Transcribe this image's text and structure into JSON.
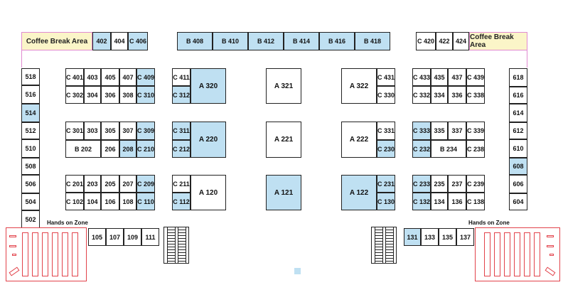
{
  "coffee_break_label": "Coffee Break Area",
  "hands_on_label": "Hands on Zone",
  "colors": {
    "highlight": "#bfe0f2",
    "coffee": "#fbf5c8",
    "zone": "#e2424a",
    "wall": "#e08ad0"
  },
  "top_left": [
    "402",
    "404",
    "C 406"
  ],
  "top_center": [
    "B 408",
    "B 410",
    "B 412",
    "B 414",
    "B 416",
    "B 418"
  ],
  "top_right": [
    "C 420",
    "422",
    "424"
  ],
  "left_wall": [
    "518",
    "516",
    "514",
    "512",
    "510",
    "508",
    "506",
    "504",
    "502"
  ],
  "right_wall": [
    "618",
    "616",
    "614",
    "612",
    "610",
    "608",
    "606",
    "604"
  ],
  "group_left": {
    "r1": [
      "C 401",
      "403",
      "405",
      "407",
      "C 409"
    ],
    "r2": [
      "C 302",
      "304",
      "306",
      "308",
      "C 310"
    ],
    "r3": [
      "C 301",
      "303",
      "305",
      "307",
      "C 309"
    ],
    "r4a": "B 202",
    "r4": [
      "206",
      "208",
      "C 210"
    ],
    "r5": [
      "C 201",
      "203",
      "205",
      "207",
      "C 209"
    ],
    "r6": [
      "C 102",
      "104",
      "106",
      "108",
      "C 110"
    ]
  },
  "group_mid_left": {
    "top": [
      "C 411",
      "C 312"
    ],
    "top_big": "A 320",
    "mid": [
      "C 311",
      "C 212"
    ],
    "mid_big": "A 220",
    "bot": [
      "C 211",
      "C 112"
    ],
    "bot_big": "A 120"
  },
  "center_big": [
    "A 321",
    "A 221",
    "A 121"
  ],
  "group_mid_right": {
    "top_big": "A 322",
    "top": [
      "C 431",
      "C 330"
    ],
    "mid_big": "A 222",
    "mid": [
      "C 331",
      "C 230"
    ],
    "bot_big": "A 122",
    "bot": [
      "C 231",
      "C 130"
    ]
  },
  "group_right": {
    "r1": [
      "C 433",
      "435",
      "437",
      "C 439"
    ],
    "r2": [
      "C 332",
      "334",
      "336",
      "C 338"
    ],
    "r3": [
      "C 333",
      "335",
      "337",
      "C 339"
    ],
    "r4": [
      "C 232"
    ],
    "r4b": "B 234",
    "r4c": [
      "C 238"
    ],
    "r5": [
      "C 233",
      "235",
      "237",
      "C 239"
    ],
    "r6": [
      "C 132",
      "134",
      "136",
      "C 138"
    ]
  },
  "bottom_left": [
    "105",
    "107",
    "109",
    "111"
  ],
  "bottom_right": [
    "131",
    "133",
    "135",
    "137"
  ]
}
